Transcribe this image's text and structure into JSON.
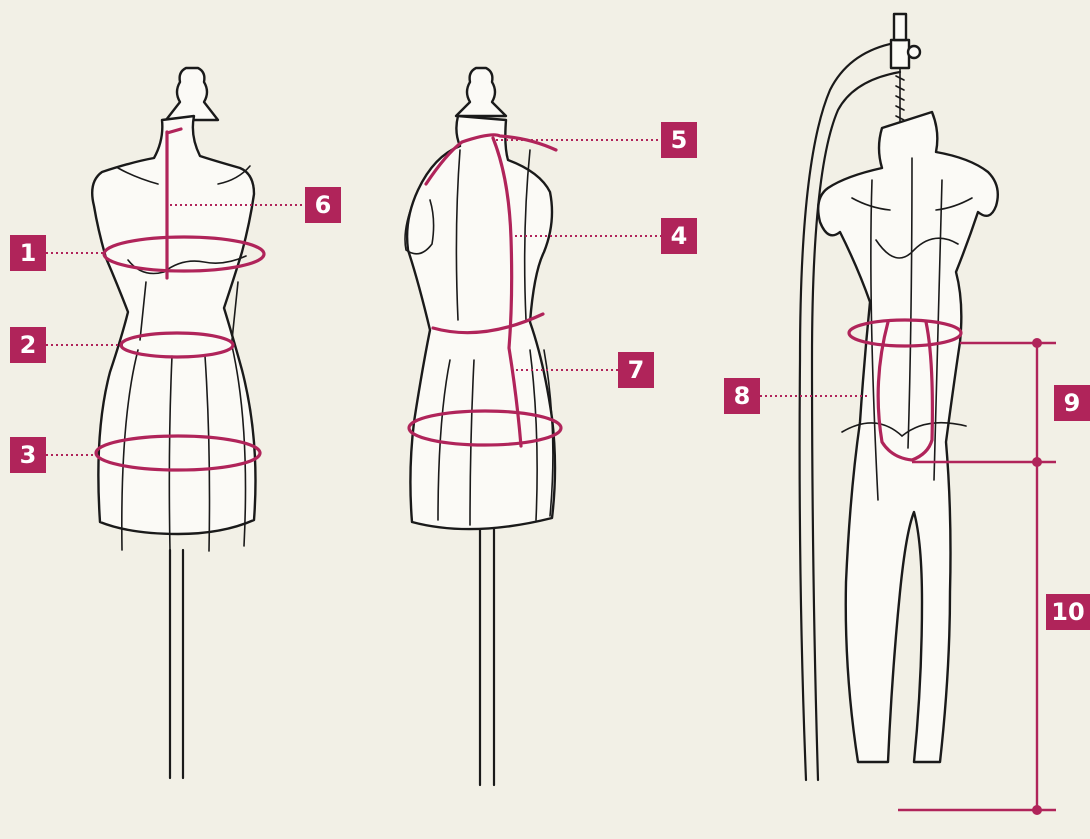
{
  "accent_color": "#b0245a",
  "background_color": "#f2f0e6",
  "markers": [
    {
      "id": "1",
      "text": "1"
    },
    {
      "id": "2",
      "text": "2"
    },
    {
      "id": "3",
      "text": "3"
    },
    {
      "id": "4",
      "text": "4"
    },
    {
      "id": "5",
      "text": "5"
    },
    {
      "id": "6",
      "text": "6"
    },
    {
      "id": "7",
      "text": "7"
    },
    {
      "id": "8",
      "text": "8"
    },
    {
      "id": "9",
      "text": "9"
    },
    {
      "id": "10",
      "text": "10"
    }
  ],
  "figures": [
    "dress-form-front",
    "dress-form-back",
    "full-body-mannequin"
  ]
}
